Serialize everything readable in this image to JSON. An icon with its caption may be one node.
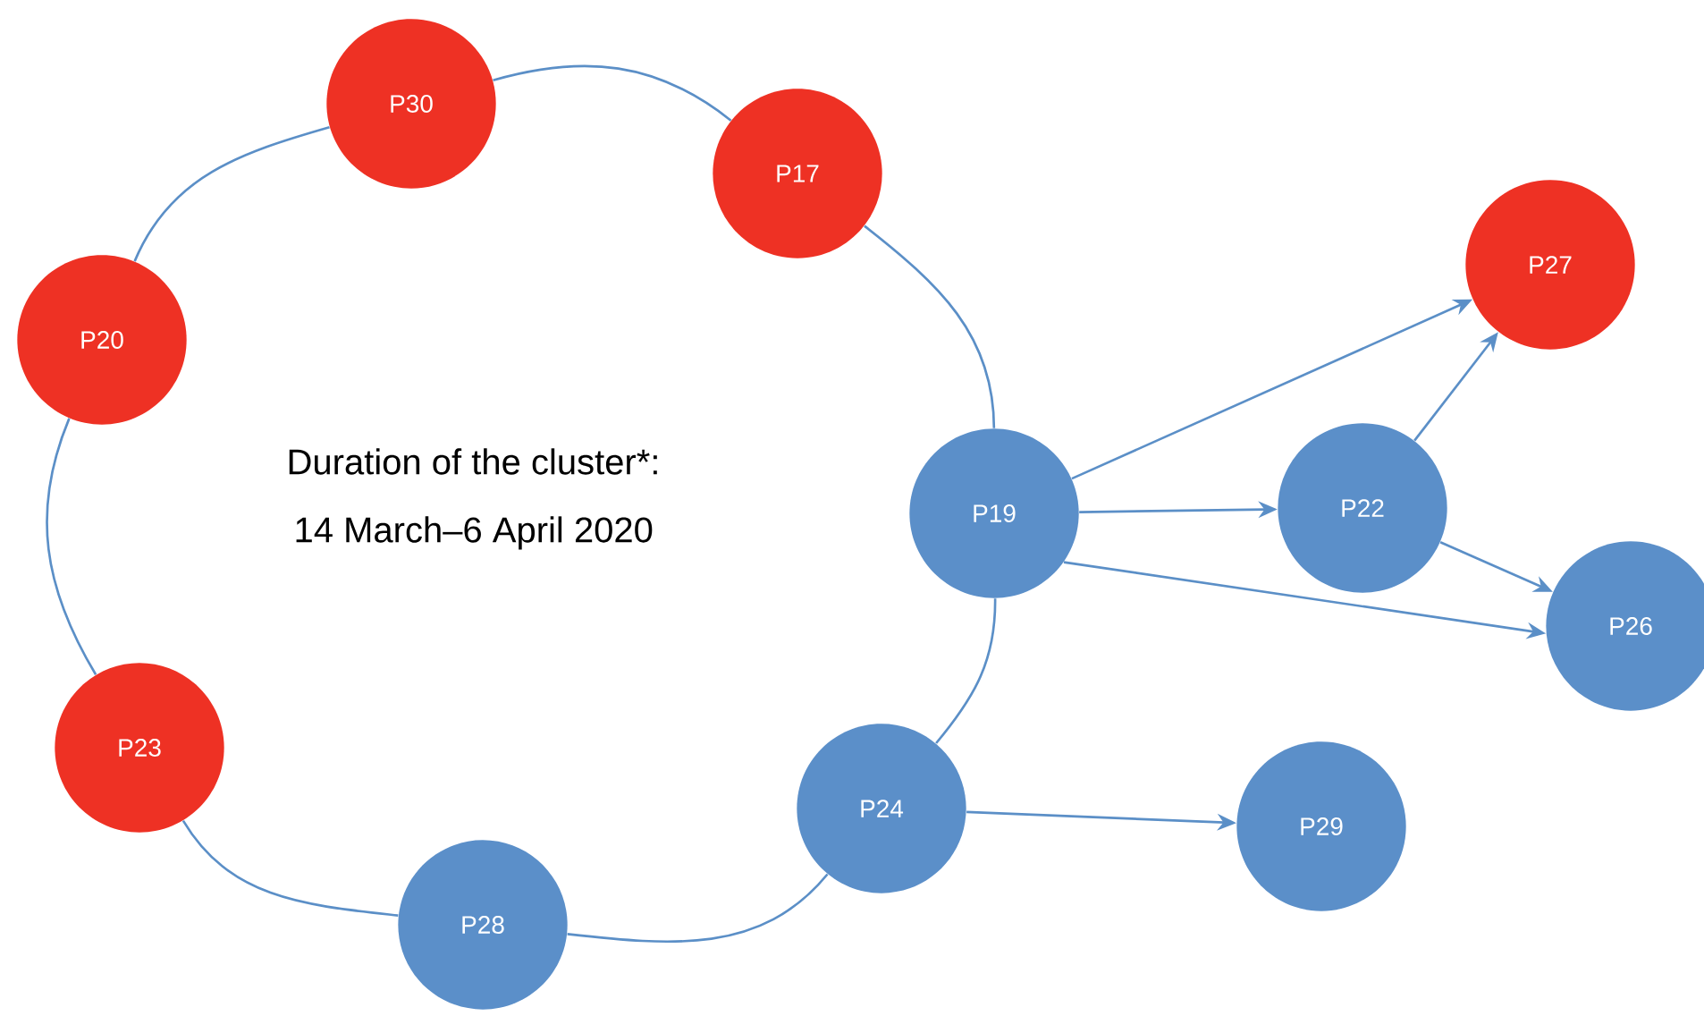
{
  "diagram": {
    "nodes": [
      {
        "text": [
          "P30"
        ]
      },
      {
        "text": [
          "P17"
        ]
      },
      {
        "text": [
          "P27"
        ]
      },
      {
        "text": [
          "P20"
        ]
      },
      {
        "text": [
          "P22"
        ]
      },
      {
        "text": [
          "P19"
        ]
      },
      {
        "text": [
          "P26"
        ]
      },
      {
        "text": [
          "P23"
        ]
      },
      {
        "text": [
          "P24"
        ]
      },
      {
        "text": [
          "P29"
        ]
      },
      {
        "text": [
          "P28"
        ]
      }
    ],
    "edges": [
      {
        "from": 0,
        "to": 1,
        "arrow": "none"
      },
      {
        "from": 1,
        "to": 5,
        "arrow": "none"
      },
      {
        "from": 5,
        "to": 8,
        "arrow": "none"
      },
      {
        "from": 8,
        "to": 10,
        "arrow": "none"
      },
      {
        "from": 10,
        "to": 7,
        "arrow": "none"
      },
      {
        "from": 7,
        "to": 3,
        "arrow": "none"
      },
      {
        "from": 3,
        "to": 0,
        "arrow": "none"
      },
      {
        "from": 5,
        "to": 2,
        "arrow": "to"
      },
      {
        "from": 5,
        "to": 4,
        "arrow": "to"
      },
      {
        "from": 5,
        "to": 6,
        "arrow": "to"
      },
      {
        "from": 4,
        "to": 2,
        "arrow": "to"
      },
      {
        "from": 4,
        "to": 6,
        "arrow": "to"
      },
      {
        "from": 8,
        "to": 9,
        "arrow": "to"
      }
    ],
    "labels": [
      "Duration of the cluster*:",
      "14 March–6 April 2020"
    ]
  }
}
